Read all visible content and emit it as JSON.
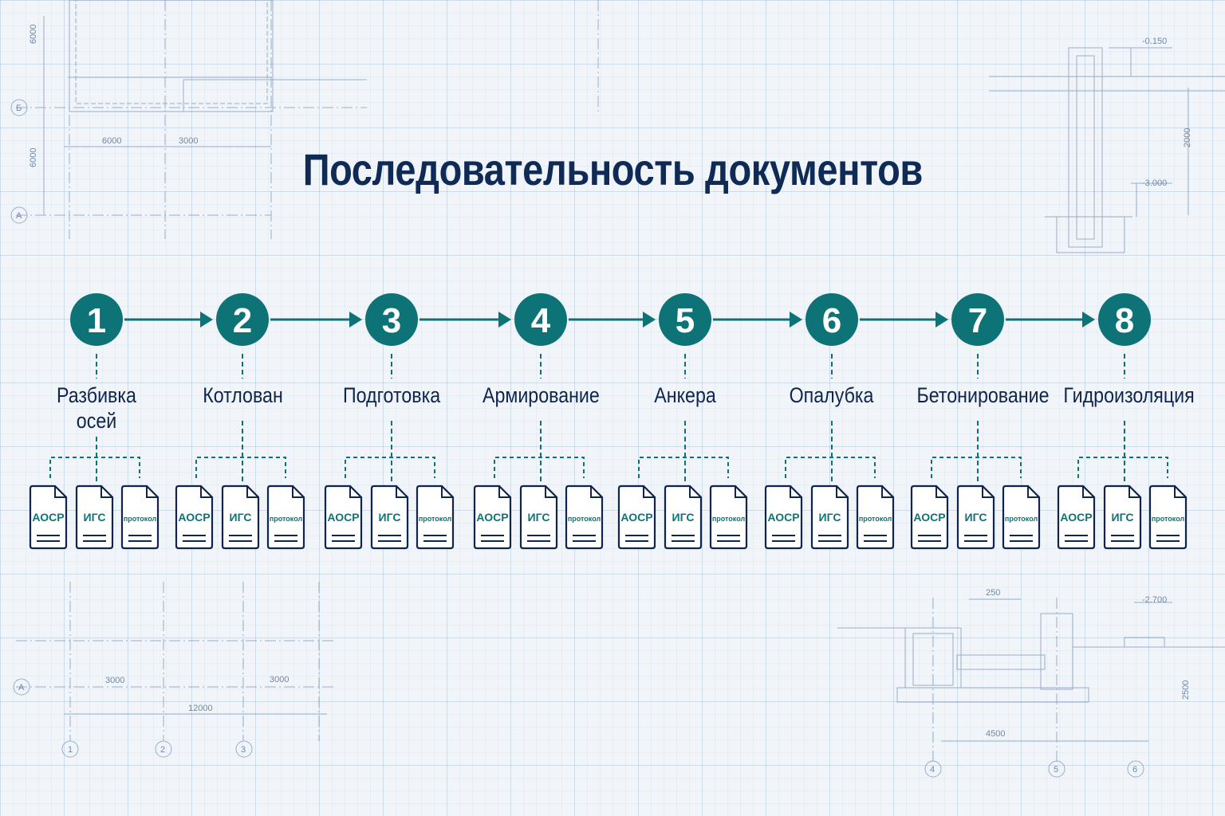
{
  "title": "Последовательность документов",
  "colors": {
    "navy": "#10254d",
    "teal": "#0d7377",
    "blueprint": "#6f88a8"
  },
  "steps": [
    {
      "number": "1",
      "label": "Разбивка осей",
      "documents": [
        "АОСР",
        "ИГС",
        "протокол"
      ]
    },
    {
      "number": "2",
      "label": "Котлован",
      "documents": [
        "АОСР",
        "ИГС",
        "протокол"
      ]
    },
    {
      "number": "3",
      "label": "Подготовка",
      "documents": [
        "АОСР",
        "ИГС",
        "протокол"
      ]
    },
    {
      "number": "4",
      "label": "Армирование",
      "documents": [
        "АОСР",
        "ИГС",
        "протокол"
      ]
    },
    {
      "number": "5",
      "label": "Анкера",
      "documents": [
        "АОСР",
        "ИГС",
        "протокол"
      ]
    },
    {
      "number": "6",
      "label": "Опалубка",
      "documents": [
        "АОСР",
        "ИГС",
        "протокол"
      ]
    },
    {
      "number": "7",
      "label": "Бетонирование",
      "documents": [
        "АОСР",
        "ИГС",
        "протокол"
      ]
    },
    {
      "number": "8",
      "label": "Гидроизоляция",
      "documents": [
        "АОСР",
        "ИГС",
        "протокол"
      ]
    }
  ],
  "background": {
    "dimensions": [
      "6000",
      "6000",
      "6000",
      "3000",
      "3000",
      "3000",
      "12000",
      "250",
      "2500",
      "4500",
      "2000",
      "-0.150",
      "-3.000",
      "-2.700"
    ],
    "axes": [
      "Б",
      "А",
      "А",
      "1",
      "2",
      "3",
      "4",
      "5",
      "6"
    ]
  }
}
